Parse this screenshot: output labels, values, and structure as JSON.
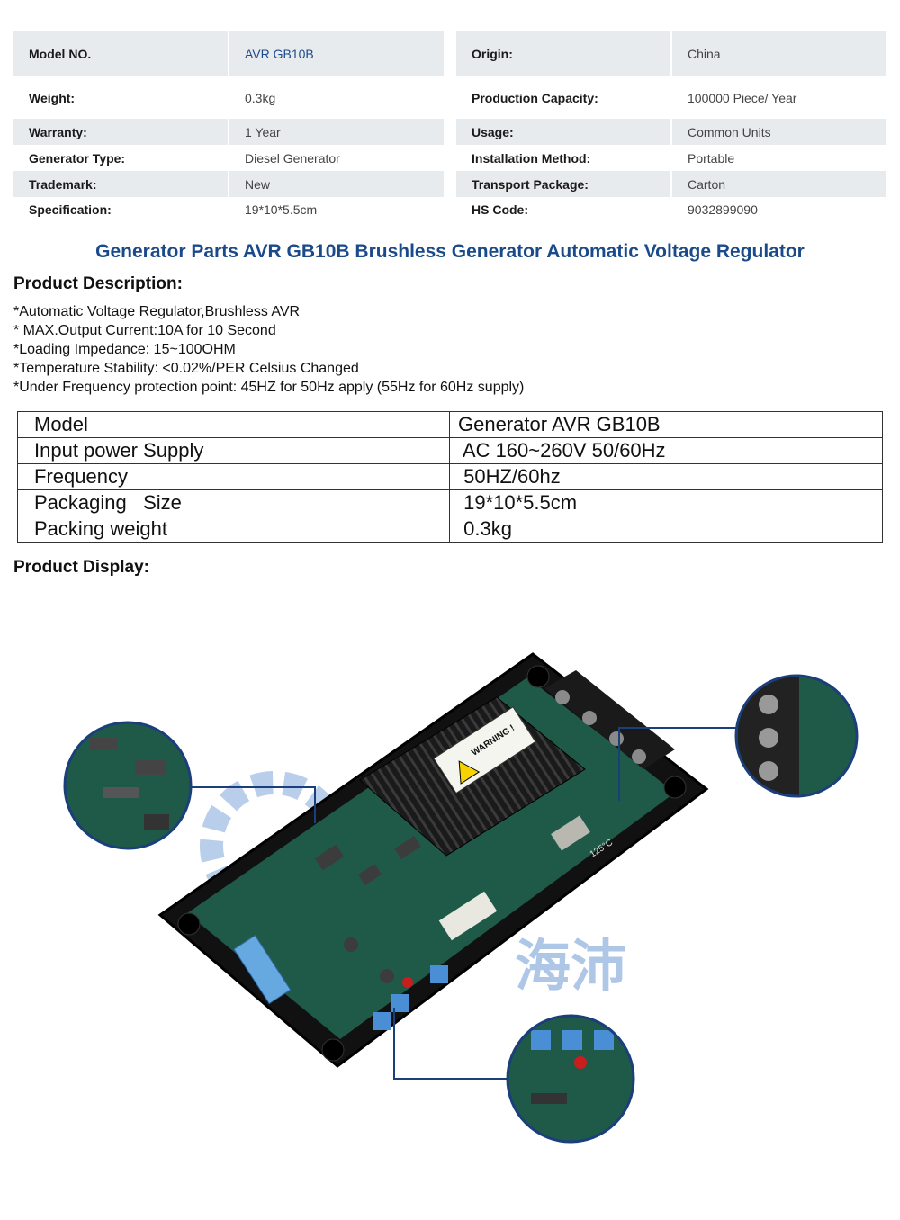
{
  "specs": {
    "left": [
      {
        "label": "Model NO.",
        "value": "AVR  GB10B"
      },
      {
        "label": "Weight:",
        "value": "0.3kg"
      },
      {
        "label": "Warranty:",
        "value": "1 Year"
      },
      {
        "label": "Generator Type:",
        "value": "Diesel Generator"
      },
      {
        "label": "Trademark:",
        "value": "New"
      },
      {
        "label": "Specification:",
        "value": "19*10*5.5cm"
      }
    ],
    "right": [
      {
        "label": "Origin:",
        "value": "China"
      },
      {
        "label": "Production Capacity:",
        "value": "100000 Piece/ Year"
      },
      {
        "label": "Usage:",
        "value": "Common Units"
      },
      {
        "label": "Installation Method:",
        "value": "Portable"
      },
      {
        "label": "Transport Package:",
        "value": "Carton"
      },
      {
        "label": "HS Code:",
        "value": "9032899090"
      }
    ]
  },
  "title": "Generator Parts AVR GB10B Brushless Generator Automatic Voltage Regulator",
  "description": {
    "heading": "Product Description:",
    "lines": [
      "*Automatic Voltage Regulator,Brushless AVR",
      "* MAX.Output Current:10A for 10 Second",
      "*Loading Impedance: 15~100OHM",
      "*Temperature Stability: <0.02%/PER Celsius Changed",
      "*Under Frequency protection point: 45HZ for 50Hz apply (55Hz for 60Hz supply)"
    ]
  },
  "params": [
    {
      "label": "Model",
      "value": "Generator AVR GB10B"
    },
    {
      "label": "Input power Supply",
      "value": " AC 160~260V 50/60Hz"
    },
    {
      "label": "Frequency",
      "value": " 50HZ/60hz"
    },
    {
      "label": "Packaging   Size",
      "value": " 19*10*5.5cm"
    },
    {
      "label": "Packing weight",
      "value": " 0.3kg"
    }
  ],
  "display": {
    "heading": "Product Display:",
    "warning_text": "WARNING !",
    "watermark_text": "海沛",
    "label_125c": "125°C"
  },
  "colors": {
    "title_blue": "#1a4a8a",
    "row_shade": "#e8ebee",
    "pcb_green": "#1f5a48",
    "heatsink": "#151515"
  }
}
